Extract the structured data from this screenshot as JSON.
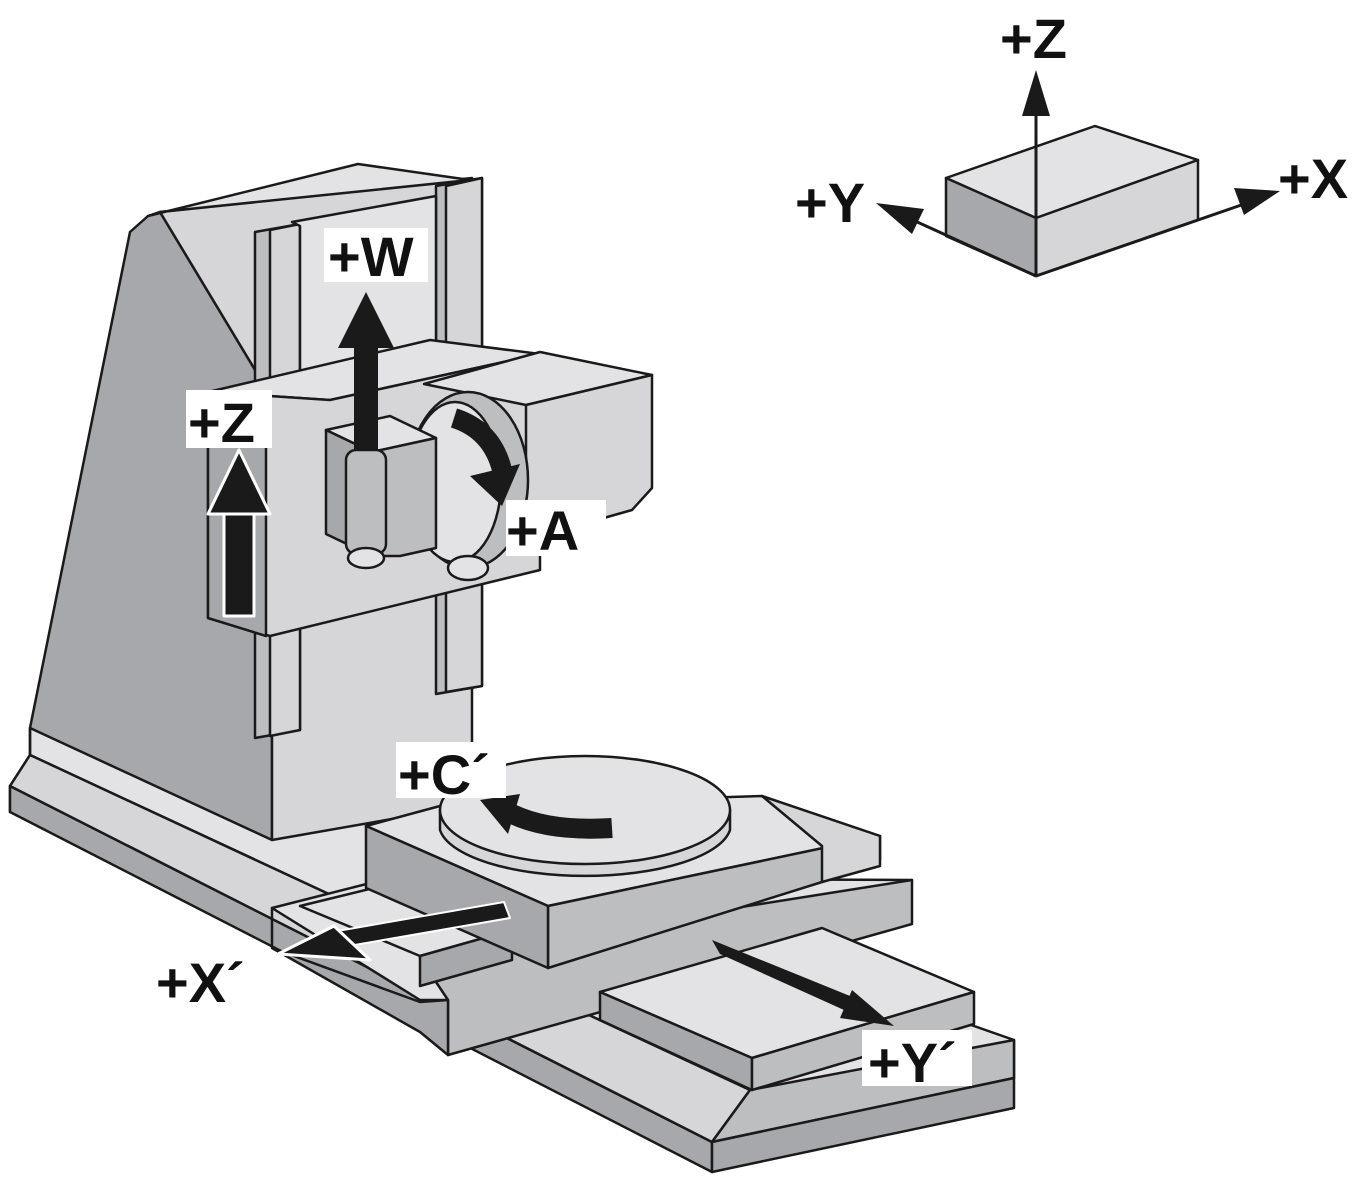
{
  "colors": {
    "light": "#e3e3e5",
    "mid": "#bdbec0",
    "dark": "#a7a8ab",
    "stroke": "#1a1a1a",
    "arrow": "#1a1a1a"
  },
  "axes_reference": {
    "z": "+Z",
    "x": "+X",
    "y": "+Y"
  },
  "machine_axes": {
    "w": "+W",
    "z": "+Z",
    "a": "+A",
    "c": "+C´",
    "x": "+X´",
    "y": "+Y´"
  }
}
